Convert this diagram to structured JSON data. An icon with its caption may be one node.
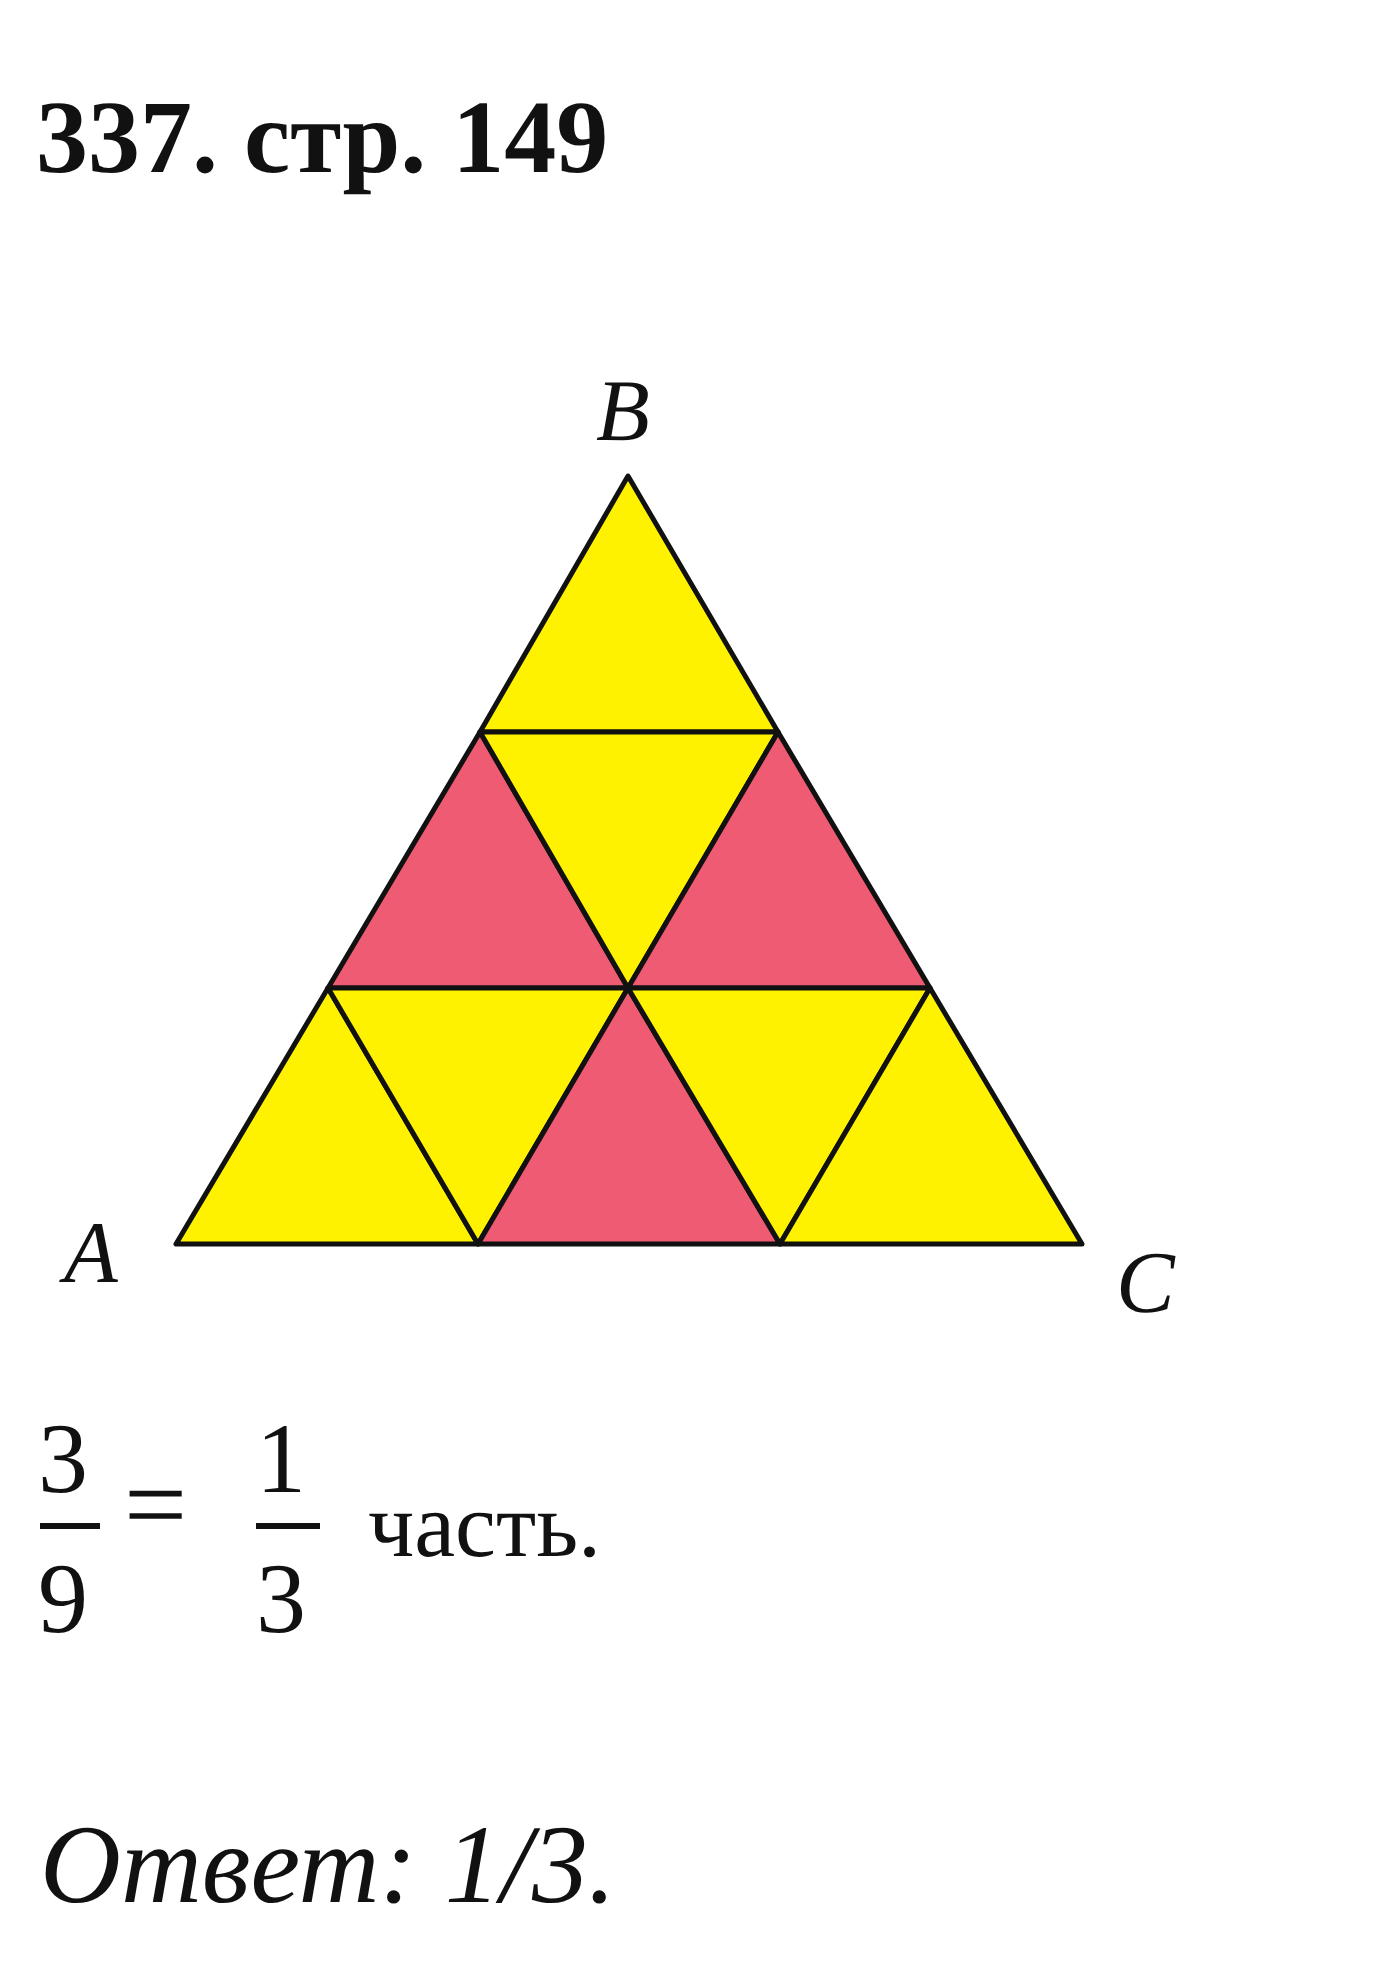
{
  "diagram": {
    "title": "337. стр. 149",
    "labels": [
      "B",
      "A",
      "C",
      "3",
      "9",
      "=",
      "1",
      "3",
      "часть.",
      "Ответ: 1/3."
    ]
  }
}
